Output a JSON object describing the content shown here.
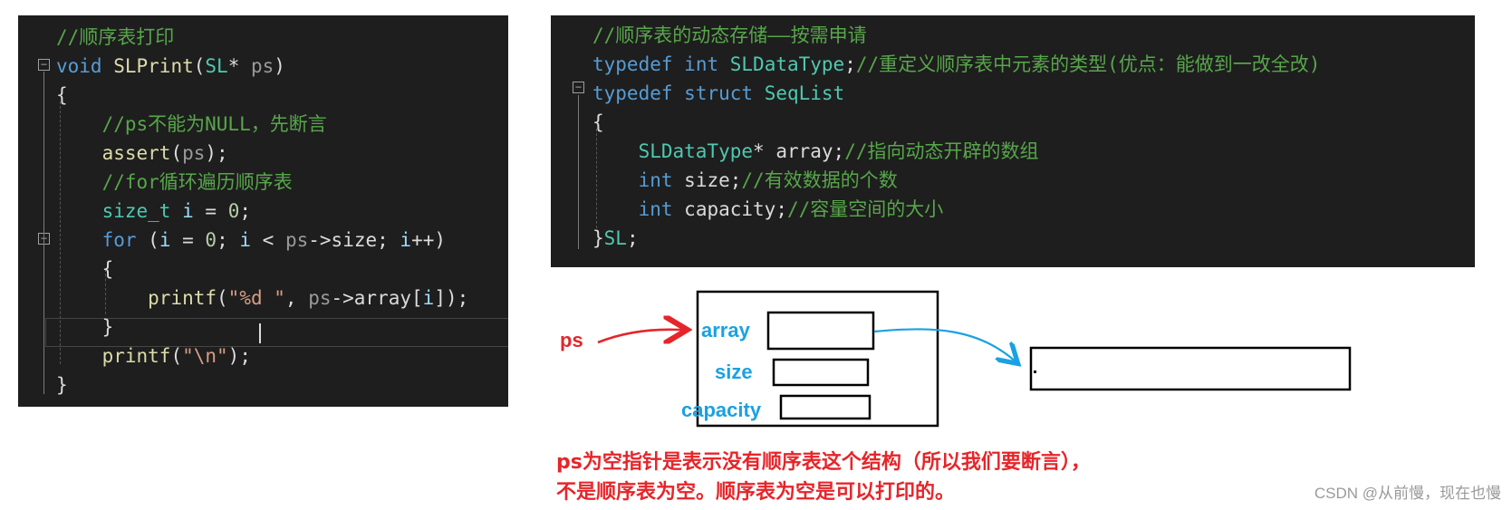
{
  "left_code": {
    "lines": [
      {
        "segments": [
          {
            "t": "//顺序表打印",
            "c": "comment"
          }
        ]
      },
      {
        "segments": [
          {
            "t": "void",
            "c": "kw"
          },
          {
            "t": " ",
            "c": "punc"
          },
          {
            "t": "SLPrint",
            "c": "func"
          },
          {
            "t": "(",
            "c": "punc"
          },
          {
            "t": "SL",
            "c": "type"
          },
          {
            "t": "* ",
            "c": "punc"
          },
          {
            "t": "ps",
            "c": "param"
          },
          {
            "t": ")",
            "c": "punc"
          }
        ]
      },
      {
        "segments": [
          {
            "t": "{",
            "c": "punc"
          }
        ]
      },
      {
        "segments": [
          {
            "t": "    ",
            "c": "punc"
          },
          {
            "t": "//ps不能为NULL，先断言",
            "c": "comment"
          }
        ]
      },
      {
        "segments": [
          {
            "t": "    ",
            "c": "punc"
          },
          {
            "t": "assert",
            "c": "func"
          },
          {
            "t": "(",
            "c": "punc"
          },
          {
            "t": "ps",
            "c": "param"
          },
          {
            "t": ");",
            "c": "punc"
          }
        ]
      },
      {
        "segments": [
          {
            "t": "    ",
            "c": "punc"
          },
          {
            "t": "//for循环遍历顺序表",
            "c": "comment"
          }
        ]
      },
      {
        "segments": [
          {
            "t": "    ",
            "c": "punc"
          },
          {
            "t": "size_t",
            "c": "type"
          },
          {
            "t": " ",
            "c": "punc"
          },
          {
            "t": "i",
            "c": "var"
          },
          {
            "t": " = ",
            "c": "punc"
          },
          {
            "t": "0",
            "c": "num"
          },
          {
            "t": ";",
            "c": "punc"
          }
        ]
      },
      {
        "segments": [
          {
            "t": "    ",
            "c": "punc"
          },
          {
            "t": "for",
            "c": "kw"
          },
          {
            "t": " (",
            "c": "punc"
          },
          {
            "t": "i",
            "c": "var"
          },
          {
            "t": " = ",
            "c": "punc"
          },
          {
            "t": "0",
            "c": "num"
          },
          {
            "t": "; ",
            "c": "punc"
          },
          {
            "t": "i",
            "c": "var"
          },
          {
            "t": " < ",
            "c": "punc"
          },
          {
            "t": "ps",
            "c": "param"
          },
          {
            "t": "->",
            "c": "punc"
          },
          {
            "t": "size",
            "c": "member"
          },
          {
            "t": "; ",
            "c": "punc"
          },
          {
            "t": "i",
            "c": "var"
          },
          {
            "t": "++)",
            "c": "punc"
          }
        ]
      },
      {
        "segments": [
          {
            "t": "    {",
            "c": "punc"
          }
        ]
      },
      {
        "segments": [
          {
            "t": "        ",
            "c": "punc"
          },
          {
            "t": "printf",
            "c": "func"
          },
          {
            "t": "(",
            "c": "punc"
          },
          {
            "t": "\"%d \"",
            "c": "str"
          },
          {
            "t": ", ",
            "c": "punc"
          },
          {
            "t": "ps",
            "c": "param"
          },
          {
            "t": "->",
            "c": "punc"
          },
          {
            "t": "array",
            "c": "member"
          },
          {
            "t": "[",
            "c": "punc"
          },
          {
            "t": "i",
            "c": "var"
          },
          {
            "t": "]);",
            "c": "punc"
          }
        ]
      },
      {
        "segments": [
          {
            "t": "    }",
            "c": "punc"
          }
        ]
      },
      {
        "segments": [
          {
            "t": "    ",
            "c": "punc"
          },
          {
            "t": "printf",
            "c": "func"
          },
          {
            "t": "(",
            "c": "punc"
          },
          {
            "t": "\"\\n\"",
            "c": "str"
          },
          {
            "t": ");",
            "c": "punc"
          }
        ]
      },
      {
        "segments": [
          {
            "t": "}",
            "c": "punc"
          }
        ]
      }
    ]
  },
  "right_code": {
    "lines": [
      {
        "segments": [
          {
            "t": "//顺序表的动态存储——按需申请",
            "c": "comment"
          }
        ]
      },
      {
        "segments": [
          {
            "t": "typedef",
            "c": "kw"
          },
          {
            "t": " ",
            "c": "punc"
          },
          {
            "t": "int",
            "c": "kw"
          },
          {
            "t": " ",
            "c": "punc"
          },
          {
            "t": "SLDataType",
            "c": "type"
          },
          {
            "t": ";",
            "c": "punc"
          },
          {
            "t": "//重定义顺序表中元素的类型(优点：能做到一改全改)",
            "c": "comment"
          }
        ]
      },
      {
        "segments": [
          {
            "t": "typedef",
            "c": "kw"
          },
          {
            "t": " ",
            "c": "punc"
          },
          {
            "t": "struct",
            "c": "kw"
          },
          {
            "t": " ",
            "c": "punc"
          },
          {
            "t": "SeqList",
            "c": "type"
          }
        ]
      },
      {
        "segments": [
          {
            "t": "{",
            "c": "punc"
          }
        ]
      },
      {
        "segments": [
          {
            "t": "    ",
            "c": "punc"
          },
          {
            "t": "SLDataType",
            "c": "type"
          },
          {
            "t": "* ",
            "c": "punc"
          },
          {
            "t": "array",
            "c": "member"
          },
          {
            "t": ";",
            "c": "punc"
          },
          {
            "t": "//指向动态开辟的数组",
            "c": "comment"
          }
        ]
      },
      {
        "segments": [
          {
            "t": "    ",
            "c": "punc"
          },
          {
            "t": "int",
            "c": "kw"
          },
          {
            "t": " ",
            "c": "punc"
          },
          {
            "t": "size",
            "c": "member"
          },
          {
            "t": ";",
            "c": "punc"
          },
          {
            "t": "//有效数据的个数",
            "c": "comment"
          }
        ]
      },
      {
        "segments": [
          {
            "t": "    ",
            "c": "punc"
          },
          {
            "t": "int",
            "c": "kw"
          },
          {
            "t": " ",
            "c": "punc"
          },
          {
            "t": "capacity",
            "c": "member"
          },
          {
            "t": ";",
            "c": "punc"
          },
          {
            "t": "//容量空间的大小",
            "c": "comment"
          }
        ]
      },
      {
        "segments": [
          {
            "t": "}",
            "c": "punc"
          },
          {
            "t": "SL",
            "c": "type"
          },
          {
            "t": ";",
            "c": "punc"
          }
        ]
      }
    ]
  },
  "diagram": {
    "ps_label": "ps",
    "array_label": "array",
    "size_label": "size",
    "capacity_label": "capacity",
    "ps_color": "#e6252a",
    "field_color": "#1ba1e2"
  },
  "caption": {
    "line1": "ps为空指针是表示没有顺序表这个结构（所以我们要断言），",
    "line2": "不是顺序表为空。顺序表为空是可以打印的。"
  },
  "watermark": "CSDN @从前慢，现在也慢"
}
